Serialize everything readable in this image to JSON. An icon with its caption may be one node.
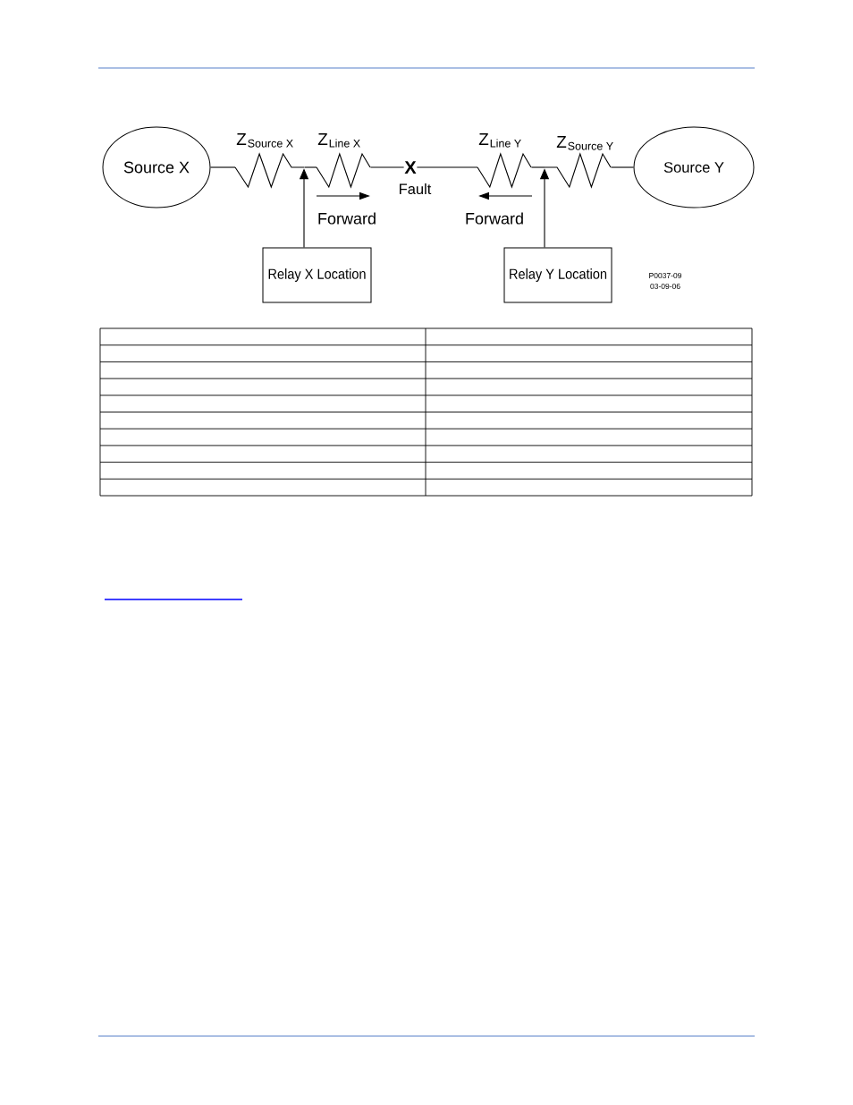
{
  "diagram": {
    "nodes": [
      {
        "text": [
          "Source X"
        ]
      },
      {
        "text": [
          "Z",
          "Source X"
        ]
      },
      {
        "text": [
          "Z",
          "Line X"
        ]
      },
      {
        "text": [
          "X"
        ],
        "beside": [
          "Fault"
        ]
      },
      {
        "text": [
          "Z",
          "Line Y"
        ]
      },
      {
        "text": [
          "Z",
          "Source Y"
        ]
      },
      {
        "text": [
          "Source Y"
        ]
      },
      {
        "text": [
          "Relay X Location"
        ]
      },
      {
        "text": [
          "Relay Y Location"
        ]
      }
    ],
    "edges": [
      {
        "from": 0,
        "to": 1,
        "arrow": "none"
      },
      {
        "from": 1,
        "to": 2,
        "arrow": "none"
      },
      {
        "from": 2,
        "to": 3,
        "arrow": "none"
      },
      {
        "from": 3,
        "to": 4,
        "arrow": "none"
      },
      {
        "from": 4,
        "to": 5,
        "arrow": "none"
      },
      {
        "from": 5,
        "to": 6,
        "arrow": "none"
      },
      {
        "from": 7,
        "to": 1,
        "arrow": "to"
      },
      {
        "from": 8,
        "to": 5,
        "arrow": "to"
      }
    ],
    "labels": [
      "Forward",
      "Forward",
      "P0037-09",
      "03-09-06"
    ]
  }
}
